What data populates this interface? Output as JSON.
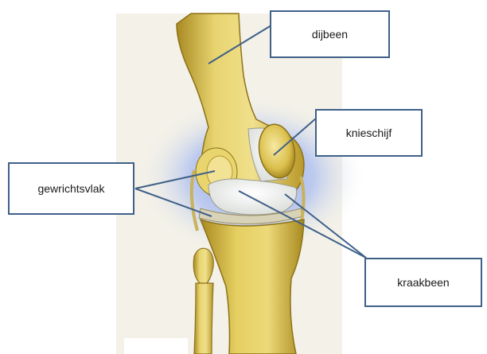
{
  "labels": {
    "dijbeen": "dijbeen",
    "knieschijf": "knieschijf",
    "gewrichtsvlak": "gewrichtsvlak",
    "kraakbeen": "kraakbeen"
  },
  "colors": {
    "background_panel": "#f3f1e8",
    "glow": "#8ea8ee",
    "bone_light": "#efdf85",
    "bone_mid": "#d9bd45",
    "bone_dark": "#9f8420",
    "cartilage": "#eef0ee",
    "pointer_line": "#3f6089",
    "box_border": "#3f6089"
  }
}
